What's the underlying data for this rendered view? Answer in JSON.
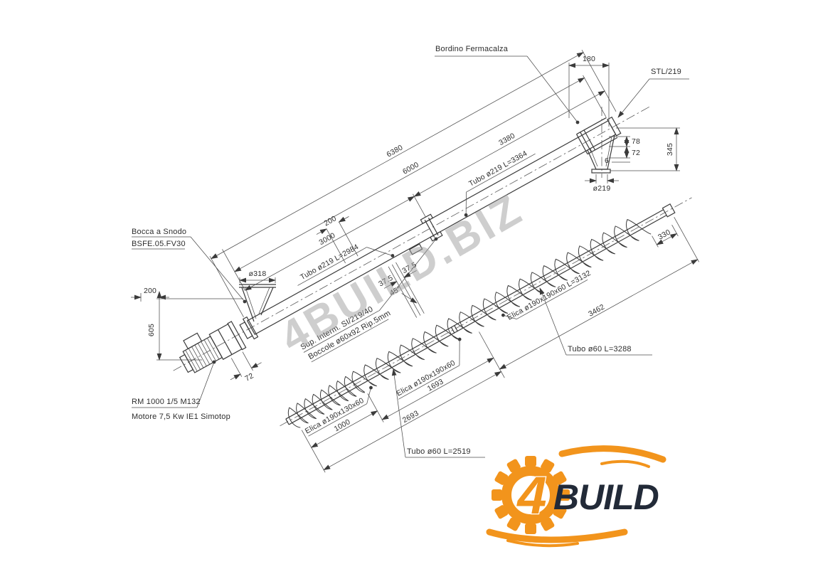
{
  "watermark": {
    "text": "4BUILD.BIZ"
  },
  "logo": {
    "four": "4",
    "brand": "BUILD"
  },
  "annotations": {
    "bordino": "Bordino Fermacalza",
    "stl": "STL/219",
    "tubo_219_right": "Tubo ø219 L=3364",
    "tubo_219_left": "Tubo ø219 L=2984",
    "bocca_line1": "Bocca a Snodo",
    "bocca_line2": "BSFE.05.FV30",
    "sup_interm": "Sup. Interm. SI/219/40",
    "boccole": "Boccole ø60x92 Rip.5mm",
    "elica_left": "Elica ø190x130x60",
    "elica_mid": "Elica ø190x190x60",
    "elica_right": "Elica ø190x190x60 L=3132",
    "tubo_60_left": "Tubo ø60 L=2519",
    "tubo_60_right": "Tubo ø60 L=3288",
    "gearbox_line1": "RM 1000 1/5 M132",
    "gearbox_line2": "Motore 7,5 Kw IE1 Simotop"
  },
  "dimensions": {
    "total": "6380",
    "overall": "6000",
    "left_span": "3000",
    "right_span": "3380",
    "offset_mid": "200",
    "outlet_width": "180",
    "outlet_height": "345",
    "d78": "78",
    "d72_right": "72",
    "d6": "6",
    "outlet_dia": "ø219",
    "inlet_dia": "ø318",
    "inlet_offset": "200",
    "inlet_height": "605",
    "coupling": "72",
    "gap1": "37.5",
    "gap2": "37.5",
    "angle": "45°",
    "screw_left": "1000",
    "screw_mid": "2693",
    "screw_mid2": "1693",
    "screw_right": "3462",
    "screw_end": "330"
  }
}
